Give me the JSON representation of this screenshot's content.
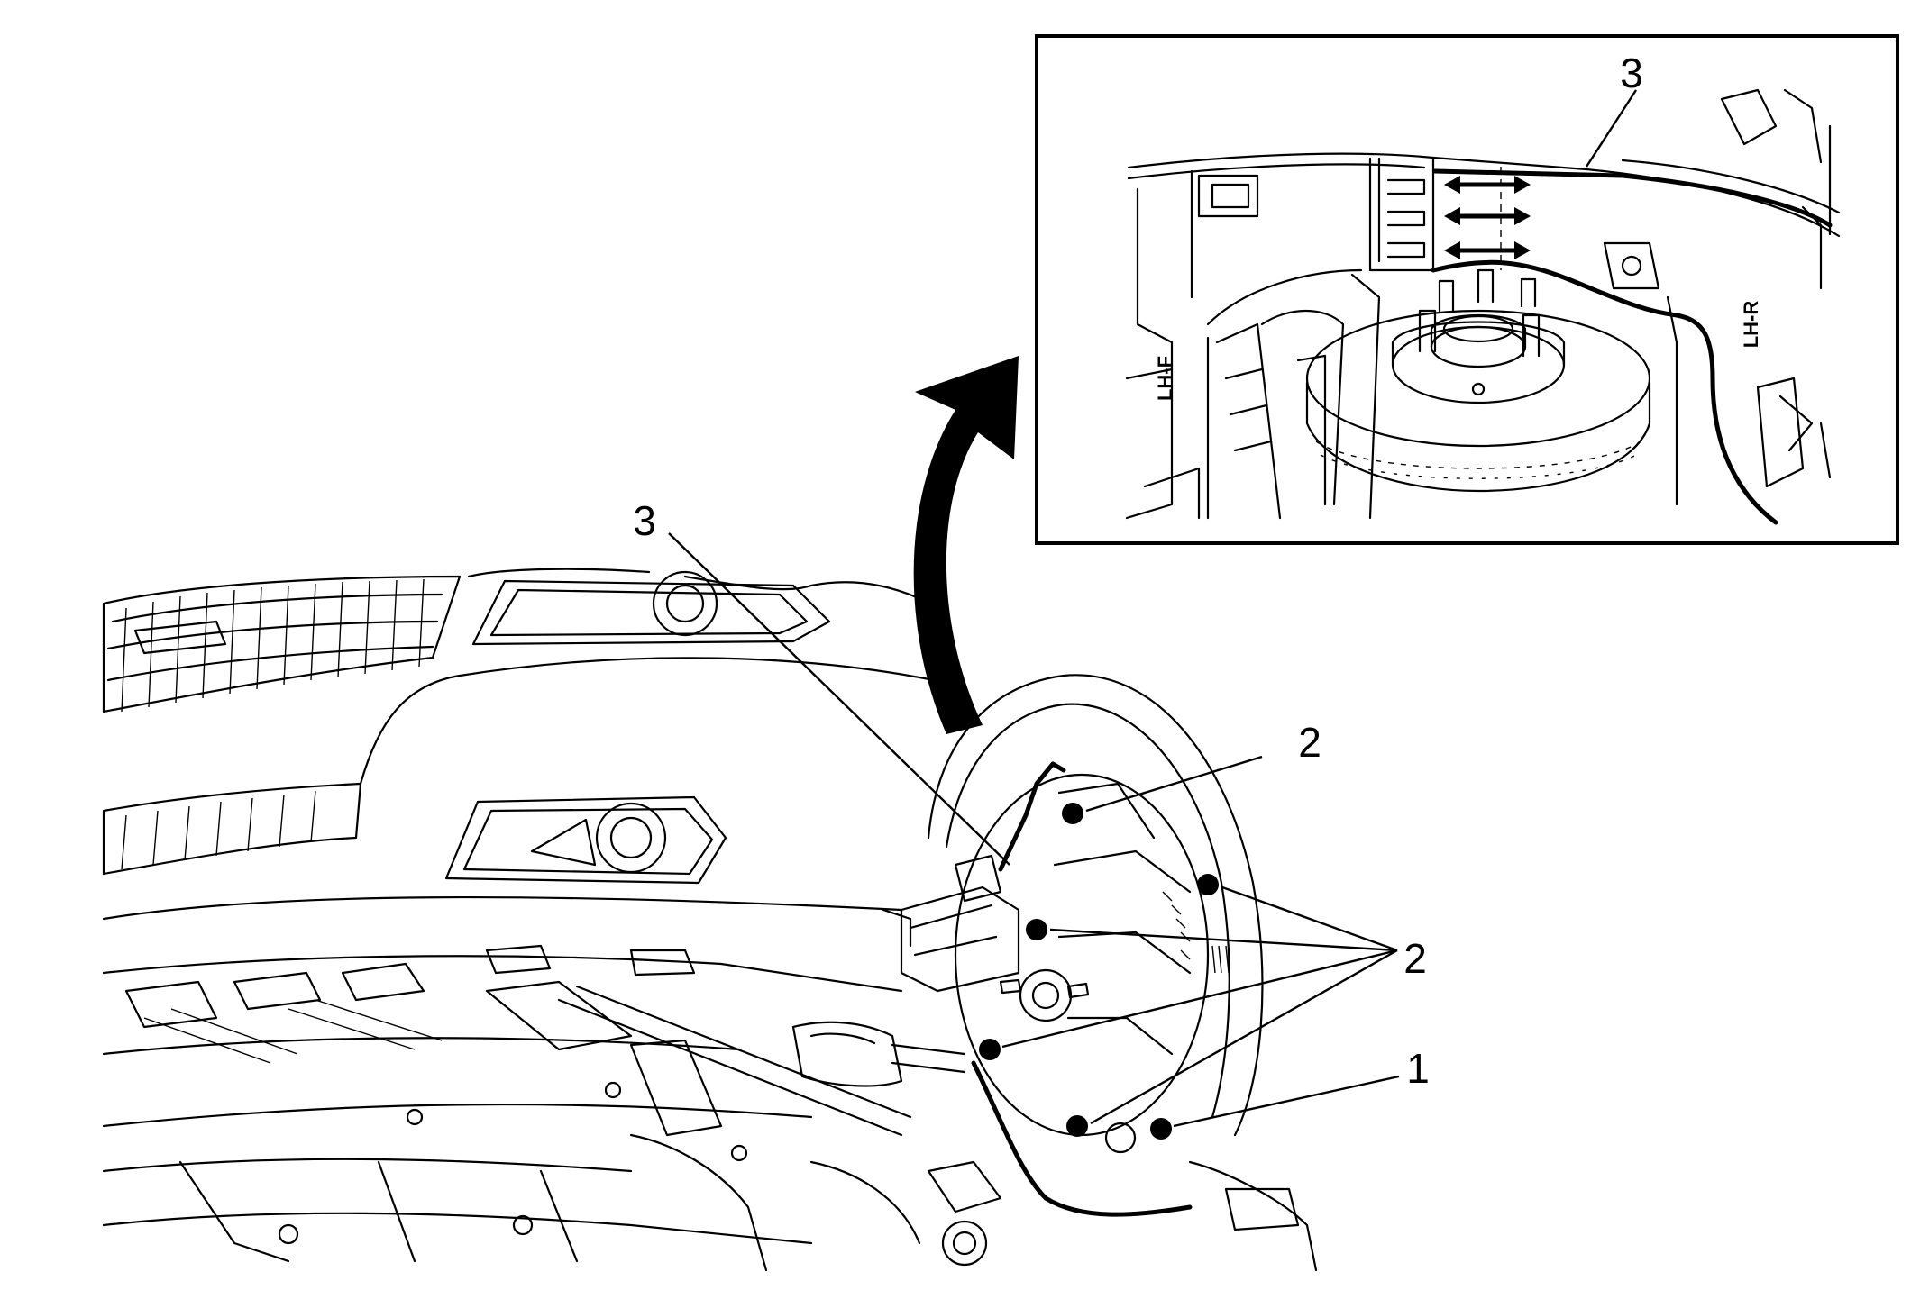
{
  "callouts": {
    "inset_3": "3",
    "main_3": "3",
    "upper_2": "2",
    "lower_2": "2",
    "item_1": "1"
  },
  "inset_labels": {
    "left_side": "LH-F",
    "right_side": "LH-R"
  },
  "colors": {
    "ink": "#000000",
    "paper": "#ffffff"
  }
}
